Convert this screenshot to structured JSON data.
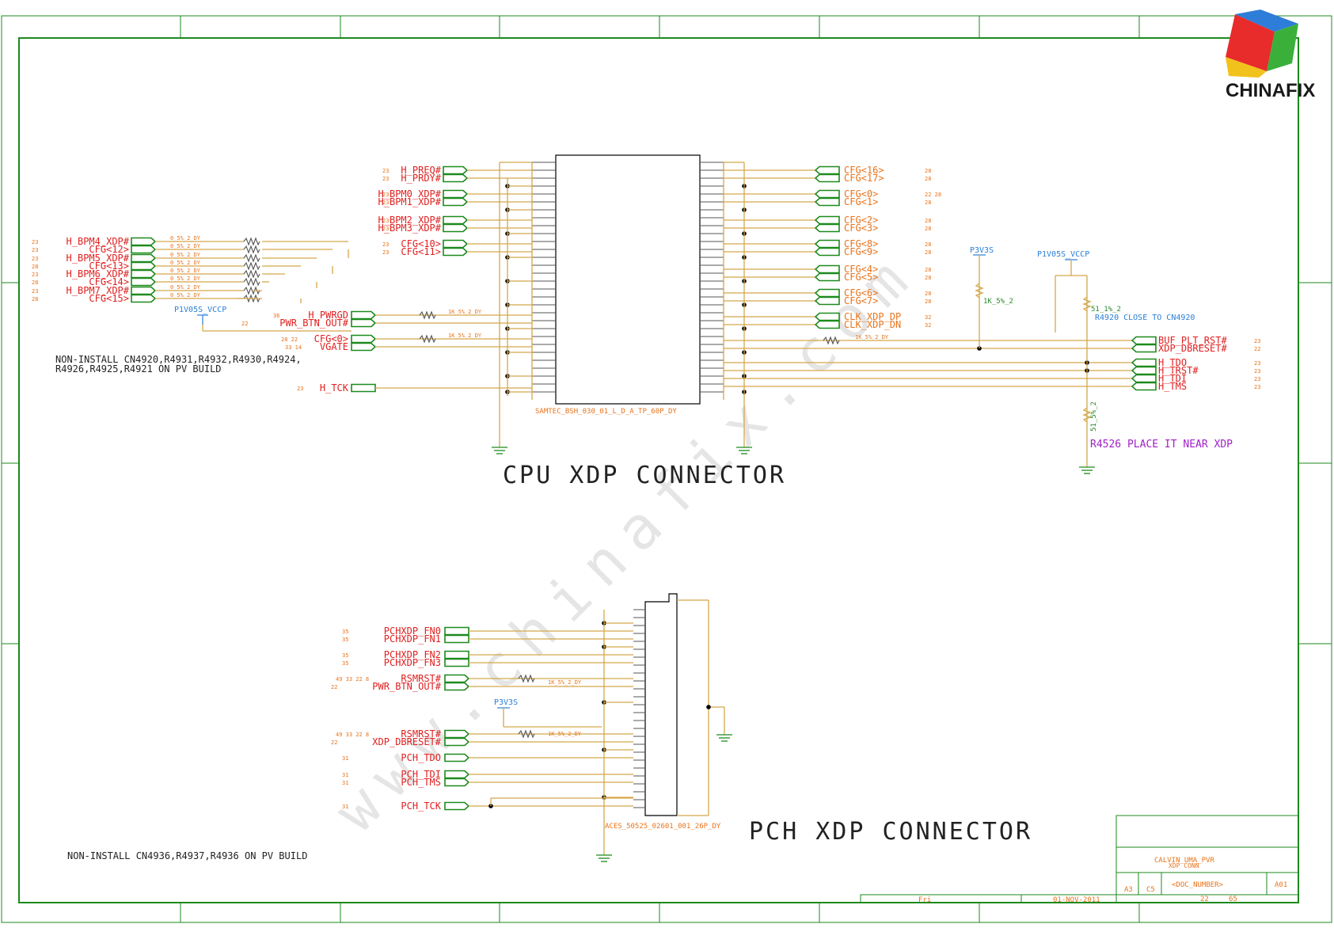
{
  "logo": {
    "text": "CHINAFIX"
  },
  "watermark": "www.chinafix.com",
  "cpu": {
    "title": "CPU XDP CONNECTOR",
    "connector_part": "SAMTEC_BSH_030_01_L_D_A_TP_60P_DY",
    "note_line1": "NON-INSTALL CN4920,R4931,R4932,R4930,R4924,",
    "note_line2": "R4926,R4925,R4921 ON PV BUILD",
    "left_signals": [
      {
        "page": "23",
        "name": "H_PREQ#"
      },
      {
        "page": "23",
        "name": "H_PRDY#"
      },
      {
        "page": "23",
        "name": "H_BPM0_XDP#"
      },
      {
        "page": "23",
        "name": "H_BPM1_XDP#"
      },
      {
        "page": "23",
        "name": "H_BPM2_XDP#"
      },
      {
        "page": "23",
        "name": "H_BPM3_XDP#"
      },
      {
        "page": "23",
        "name": "CFG<10>"
      },
      {
        "page": "23",
        "name": "CFG<11>"
      }
    ],
    "far_left_signals": [
      {
        "page": "23",
        "name": "H_BPM4_XDP#",
        "res": "0_5%_2_DY"
      },
      {
        "page": "23",
        "name": "CFG<12>",
        "res": "0_5%_2_DY"
      },
      {
        "page": "23",
        "name": "H_BPM5_XDP#",
        "res": "0_5%_2_DY"
      },
      {
        "page": "28",
        "name": "CFG<13>",
        "res": "0_5%_2_DY"
      },
      {
        "page": "23",
        "name": "H_BPM6_XDP#",
        "res": "0_5%_2_DY"
      },
      {
        "page": "28",
        "name": "CFG<14>",
        "res": "0_5%_2_DY"
      },
      {
        "page": "23",
        "name": "H_BPM7_XDP#",
        "res": "0_5%_2_DY"
      },
      {
        "page": "28",
        "name": "CFG<15>",
        "res": "0_5%_2_DY"
      }
    ],
    "lower_left": [
      {
        "page": "36",
        "name": "H_PWRGD"
      },
      {
        "page": "22",
        "name": "PWR_BTN_OUT#"
      },
      {
        "page": "28 22",
        "name": "CFG<0>"
      },
      {
        "page": "33 14",
        "name": "VGATE"
      },
      {
        "page": "23",
        "name": "H_TCK"
      }
    ],
    "lower_res": [
      "1K_5%_2_DY",
      "1K_5%_2_DY"
    ],
    "rail_left": "P1V05S_VCCP",
    "right_signals": [
      {
        "name": "CFG<16>",
        "page": "28"
      },
      {
        "name": "CFG<17>",
        "page": "28"
      },
      {
        "name": "CFG<0>",
        "page": "22 28"
      },
      {
        "name": "CFG<1>",
        "page": "28"
      },
      {
        "name": "CFG<2>",
        "page": "28"
      },
      {
        "name": "CFG<3>",
        "page": "28"
      },
      {
        "name": "CFG<8>",
        "page": "28"
      },
      {
        "name": "CFG<9>",
        "page": "28"
      },
      {
        "name": "CFG<4>",
        "page": "28"
      },
      {
        "name": "CFG<5>",
        "page": "28"
      },
      {
        "name": "CFG<6>",
        "page": "28"
      },
      {
        "name": "CFG<7>",
        "page": "28"
      },
      {
        "name": "CLK_XDP_DP",
        "page": "32"
      },
      {
        "name": "CLK_XDP_DN",
        "page": "32"
      }
    ],
    "far_right": [
      {
        "name": "BUF_PLT_RST#",
        "page": "23"
      },
      {
        "name": "XDP_DBRESET#",
        "page": "22"
      },
      {
        "name": "H_TDO",
        "page": "23"
      },
      {
        "name": "H_TRST#",
        "page": "23"
      },
      {
        "name": "H_TDI",
        "page": "23"
      },
      {
        "name": "H_TMS",
        "page": "23"
      }
    ],
    "rail_p3v3s": "P3V3S",
    "rail_right": "P1V05S_VCCP",
    "res_1k": "1K_5%_2",
    "res_51_1": "51_1%_2",
    "res_51_5": "51_5%_2",
    "res_buf": "1K_5%_2_DY",
    "note_r4920": "R4920 CLOSE TO CN4920",
    "note_r4526": "R4526 PLACE IT NEAR XDP"
  },
  "pch": {
    "title": "PCH XDP CONNECTOR",
    "connector_part": "ACES_50525_02601_001_26P_DY",
    "note": "NON-INSTALL CN4936,R4937,R4936 ON PV BUILD",
    "rail": "P3V3S",
    "signals": [
      {
        "page": "35",
        "name": "PCHXDP_FN0"
      },
      {
        "page": "35",
        "name": "PCHXDP_FN1"
      },
      {
        "page": "35",
        "name": "PCHXDP_FN2"
      },
      {
        "page": "35",
        "name": "PCHXDP_FN3"
      },
      {
        "page": "49 33 22 8",
        "name": "RSMRST#"
      },
      {
        "page": "22",
        "name": "PWR_BTN_OUT#"
      },
      {
        "page": "49 33 22 8",
        "name": "RSMRST#"
      },
      {
        "page": "22",
        "name": "XDP_DBRESET#"
      },
      {
        "page": "31",
        "name": "PCH_TDO"
      },
      {
        "page": "31",
        "name": "PCH_TDI"
      },
      {
        "page": "31",
        "name": "PCH_TMS"
      },
      {
        "page": "31",
        "name": "PCH_TCK"
      }
    ],
    "res": [
      "1K_5%_2_DY",
      "1K_5%_2_DY"
    ]
  },
  "title_block": {
    "project": "CALVIN_UMA_PVR",
    "sheet_title": "XDP CONN",
    "size": "A3",
    "code": "C5",
    "doc_number": "<DOC_NUMBER>",
    "rev": "A01",
    "date_label": "Fri",
    "date": "01-NOV-2011",
    "sheet": "22",
    "of": "65"
  }
}
